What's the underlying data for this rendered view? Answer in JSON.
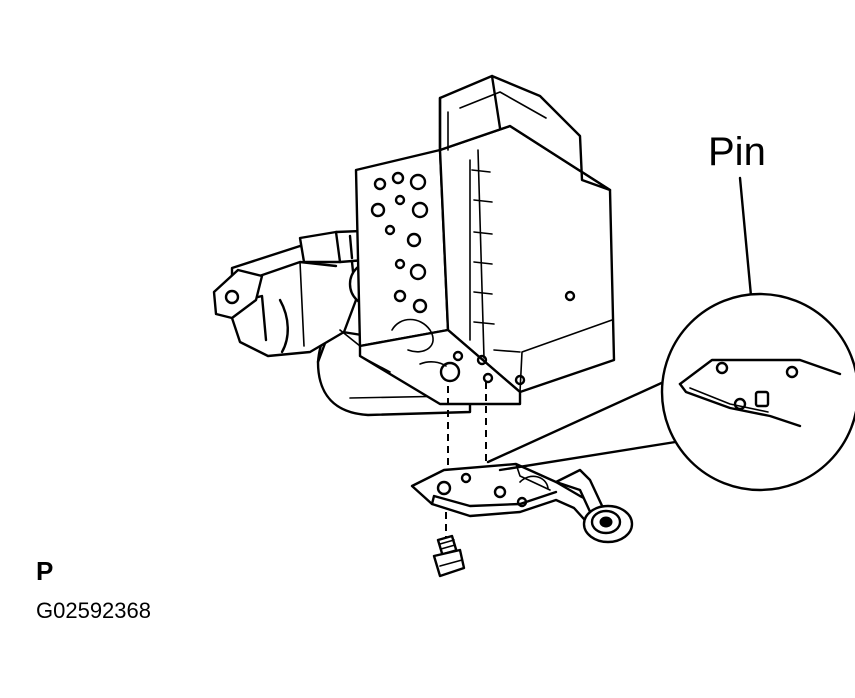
{
  "labels": {
    "pin": "Pin",
    "view_mark": "P",
    "figure_code": "G02592368"
  },
  "colors": {
    "line": "#000000",
    "background": "#ffffff"
  }
}
